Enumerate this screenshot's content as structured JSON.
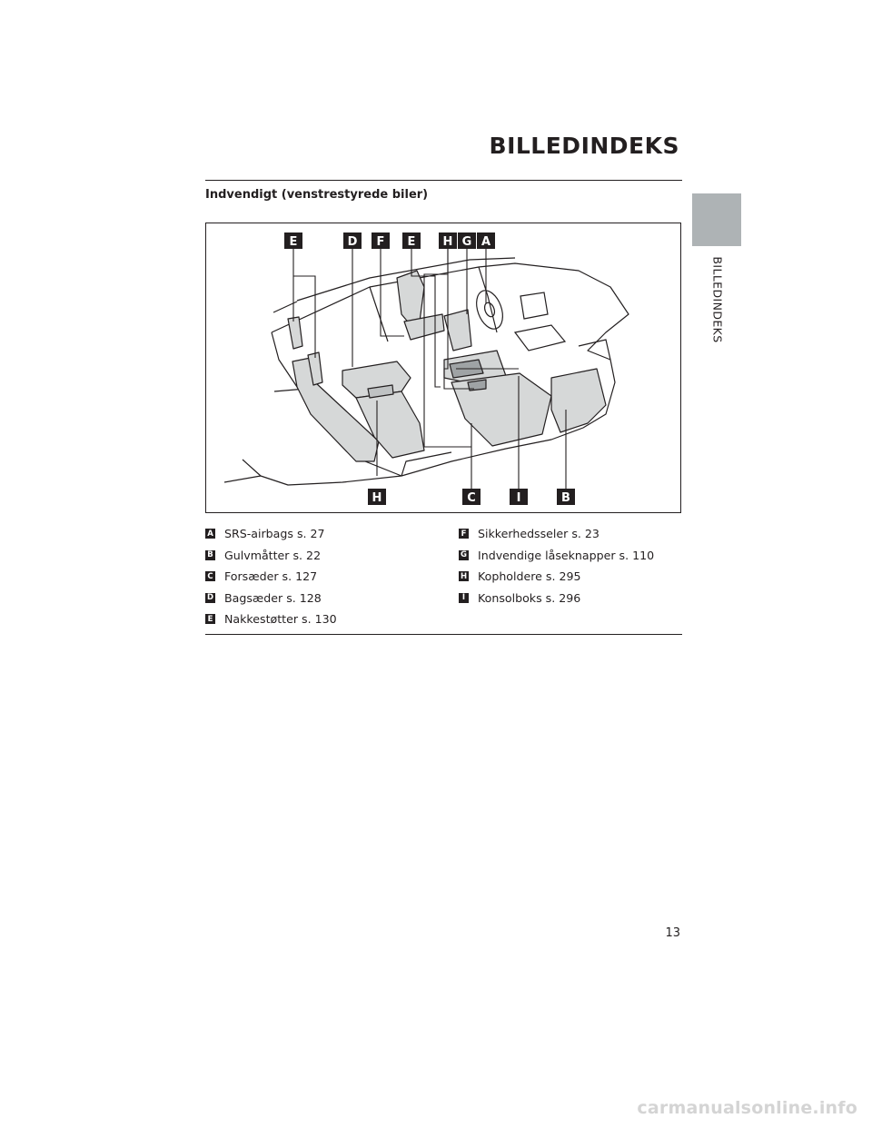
{
  "header": {
    "title": "BILLEDINDEKS"
  },
  "side_tab": {
    "label": "BILLEDINDEKS"
  },
  "section": {
    "heading": "Indvendigt (venstrestyrede biler)"
  },
  "figure": {
    "callouts_top": [
      "E",
      "D",
      "F",
      "E",
      "H",
      "G",
      "A"
    ],
    "callouts_bottom": [
      "H",
      "C",
      "I",
      "B"
    ]
  },
  "legend": {
    "left": [
      {
        "letter": "A",
        "text": "SRS-airbags s. 27"
      },
      {
        "letter": "B",
        "text": "Gulvmåtter s. 22"
      },
      {
        "letter": "C",
        "text": "Forsæder s. 127"
      },
      {
        "letter": "D",
        "text": "Bagsæder s. 128"
      },
      {
        "letter": "E",
        "text": "Nakkestøtter s. 130"
      }
    ],
    "right": [
      {
        "letter": "F",
        "text": "Sikkerhedsseler s. 23"
      },
      {
        "letter": "G",
        "text": "Indvendige låseknapper s. 110"
      },
      {
        "letter": "H",
        "text": "Kopholdere s. 295"
      },
      {
        "letter": "I",
        "text": "Konsolboks s. 296"
      }
    ]
  },
  "page_number": "13",
  "watermark": "carmanualsonline.info"
}
